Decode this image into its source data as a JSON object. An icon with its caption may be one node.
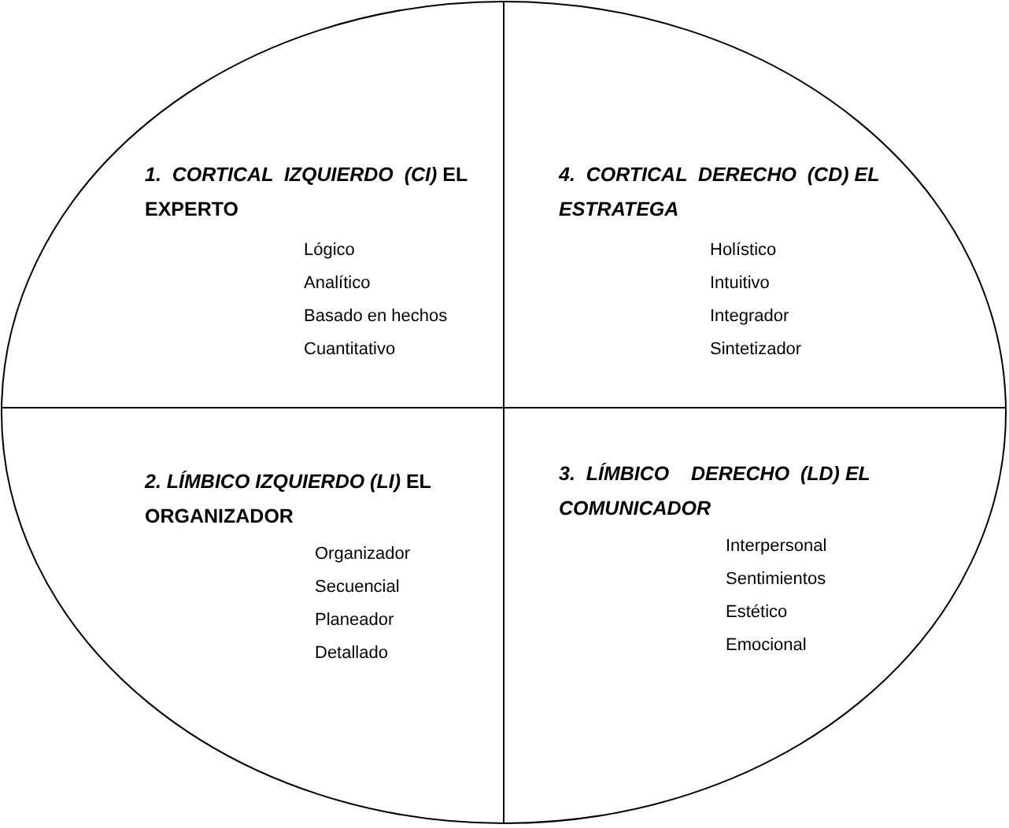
{
  "diagram": {
    "nodes": [
      {
        "text": [],
        "shape": "ellipse"
      },
      {
        "text": [
          "*1.  CORTICAL  IZQUIERDO  (CI)* EL EXPERTO",
          "Lógico",
          "Analítico",
          "Basado en hechos",
          "Cuantitativo"
        ],
        "in": 0
      },
      {
        "text": [
          "4.  CORTICAL  DERECHO  (CD) EL ESTRATEGA",
          "Holístico",
          "Intuitivo",
          "Integrador",
          "Sintetizador"
        ],
        "in": 0
      },
      {
        "text": [
          "*2. LÍMBICO IZQUIERDO (LI)* EL ORGANIZADOR",
          "Organizador",
          "Secuencial",
          "Planeador",
          "Detallado"
        ],
        "in": 0
      },
      {
        "text": [
          "3.  LÍMBICO    DERECHO  (LD) EL COMUNICADOR",
          "Interpersonal",
          "Sentimientos",
          "Estético",
          "Emocional"
        ],
        "in": 0
      }
    ]
  }
}
